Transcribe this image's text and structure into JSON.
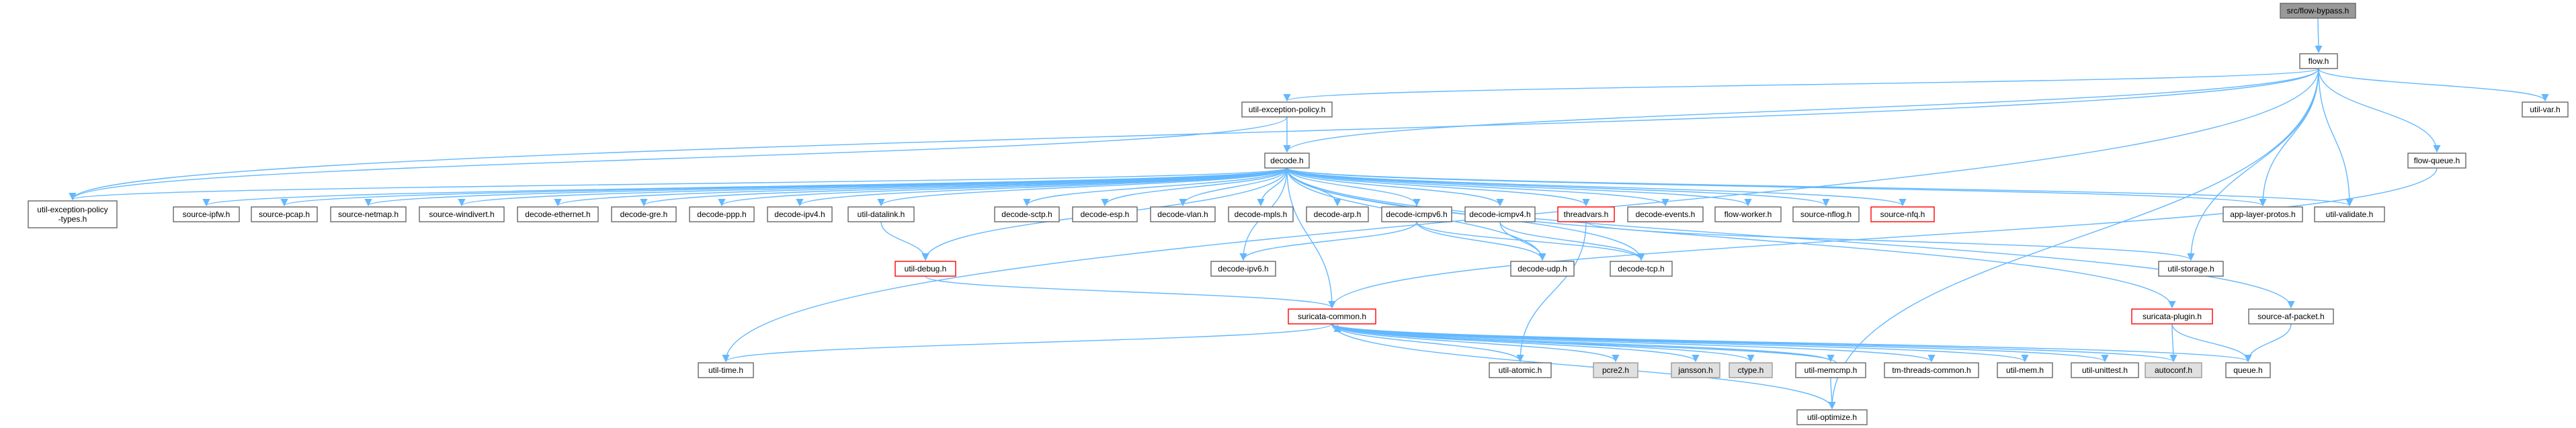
{
  "nodes": {
    "flow_bypass_h": "src/flow-bypass.h",
    "flow_h": "flow.h",
    "util_exception_policy_h": "util-exception-policy.h",
    "util_var_h": "util-var.h",
    "flow_queue_h": "flow-queue.h",
    "decode_h": "decode.h",
    "util_exception_policy_types_h": [
      "util-exception-policy",
      "-types.h"
    ],
    "source_ipfw_h": "source-ipfw.h",
    "source_pcap_h": "source-pcap.h",
    "source_netmap_h": "source-netmap.h",
    "source_windivert_h": "source-windivert.h",
    "decode_ethernet_h": "decode-ethernet.h",
    "decode_gre_h": "decode-gre.h",
    "decode_ppp_h": "decode-ppp.h",
    "decode_ipv4_h": "decode-ipv4.h",
    "util_datalink_h": "util-datalink.h",
    "decode_sctp_h": "decode-sctp.h",
    "decode_esp_h": "decode-esp.h",
    "decode_vlan_h": "decode-vlan.h",
    "decode_mpls_h": "decode-mpls.h",
    "decode_arp_h": "decode-arp.h",
    "decode_icmpv6_h": "decode-icmpv6.h",
    "decode_icmpv4_h": "decode-icmpv4.h",
    "threadvars_h": "threadvars.h",
    "decode_events_h": "decode-events.h",
    "flow_worker_h": "flow-worker.h",
    "source_nflog_h": "source-nflog.h",
    "source_nfq_h": "source-nfq.h",
    "app_layer_protos_h": "app-layer-protos.h",
    "util_validate_h": "util-validate.h",
    "util_debug_h": "util-debug.h",
    "decode_ipv6_h": "decode-ipv6.h",
    "decode_udp_h": "decode-udp.h",
    "decode_tcp_h": "decode-tcp.h",
    "util_storage_h": "util-storage.h",
    "suricata_common_h": "suricata-common.h",
    "suricata_plugin_h": "suricata-plugin.h",
    "source_af_packet_h": "source-af-packet.h",
    "util_time_h": "util-time.h",
    "util_atomic_h": "util-atomic.h",
    "pcre2_h": "pcre2.h",
    "jansson_h": "jansson.h",
    "ctype_h": "ctype.h",
    "util_memcmp_h": "util-memcmp.h",
    "tm_threads_common_h": "tm-threads-common.h",
    "util_mem_h": "util-mem.h",
    "util_unittest_h": "util-unittest.h",
    "autoconf_h": "autoconf.h",
    "queue_h": "queue.h",
    "util_optimize_h": "util-optimize.h"
  },
  "colors": {
    "edge": "#63b8ff",
    "root_fill": "#999999",
    "node_border": "#666666",
    "missing_border": "#ff0000",
    "system_fill": "#e0e0e0"
  }
}
